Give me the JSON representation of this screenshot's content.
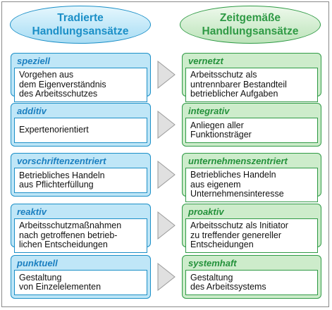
{
  "header_left": "Tradierte\nHandlungsansätze",
  "header_right": "Zeitgemäße\nHandlungsansätze",
  "rows": [
    {
      "left_title": "speziell",
      "left_text": "Vorgehen aus\ndem Eigenverständnis\ndes Arbeitsschutzes",
      "right_title": "vernetzt",
      "right_text": "Arbeitsschutz als\nuntrennbarer Bestandteil\nbetrieblicher Aufgaben"
    },
    {
      "left_title": "additiv",
      "left_text": "Expertenorientiert",
      "right_title": "integrativ",
      "right_text": "Anliegen aller\nFunktionsträger"
    },
    {
      "left_title": "vorschriftenzentriert",
      "left_text": "Betriebliches Handeln\naus Pflichterfüllung",
      "right_title": "unternehmenszentriert",
      "right_text": "Betriebliches Handeln\naus eigenem\nUnternehmensinteresse"
    },
    {
      "left_title": "reaktiv",
      "left_text": "Arbeitsschutzmaßnahmen\nnach getroffenen betrieb-\nlichen Entscheidungen",
      "right_title": "proaktiv",
      "right_text": "Arbeitsschutz als Initiator\nzu treffender genereller\nEntscheidungen"
    },
    {
      "left_title": "punktuell",
      "left_text": "Gestaltung\nvon Einzelelementen",
      "right_title": "systemhaft",
      "right_text": "Gestaltung\ndes Arbeitssystems"
    }
  ],
  "colors": {
    "left_accent": "#1b8fc7",
    "left_fill": "#bfe6f7",
    "right_accent": "#2f9a45",
    "right_fill": "#cdeccb",
    "arrow_fill": "#e0e0e0",
    "arrow_stroke": "#9a9a9a"
  }
}
